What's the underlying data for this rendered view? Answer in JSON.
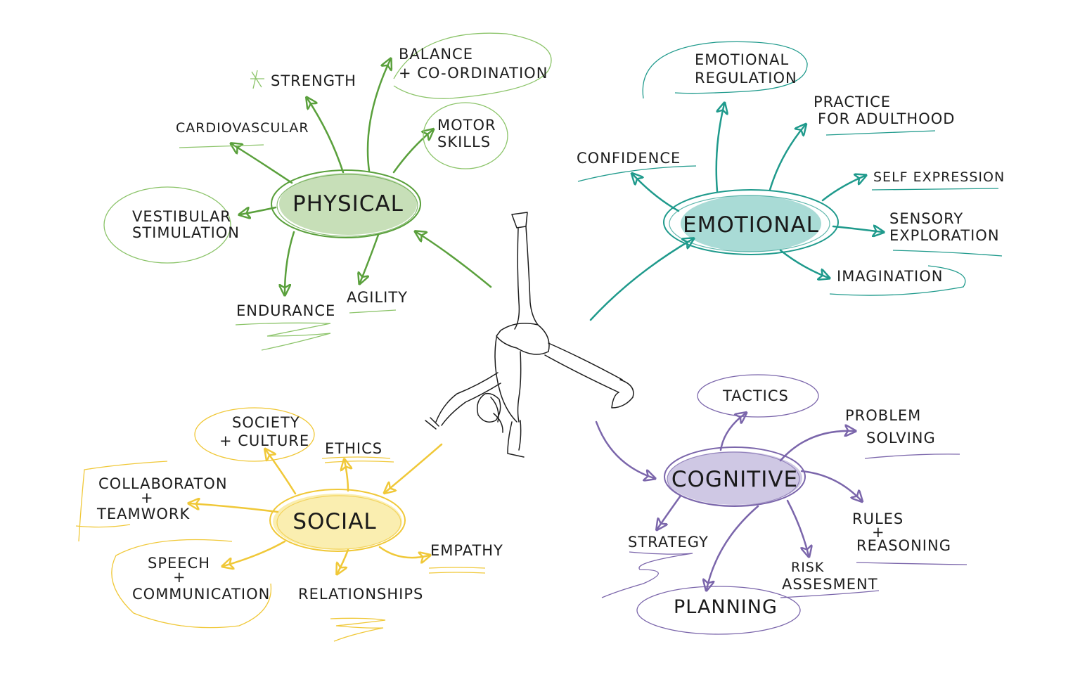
{
  "colors": {
    "physical": "#5aa03c",
    "physical_fill": "#c7dfb8",
    "emotional": "#1f9a8c",
    "emotional_fill": "#a9dbd6",
    "cognitive": "#7b66ab",
    "cognitive_fill": "#cfc8e4",
    "social": "#f0c838",
    "social_fill": "#faeeb0",
    "ink": "#1d1d1d"
  },
  "hubs": {
    "physical": "PHYSICAL",
    "emotional": "EMOTIONAL",
    "cognitive": "COGNITIVE",
    "social": "SOCIAL"
  },
  "physical": {
    "strength": "STRENGTH",
    "balance": [
      "BALANCE",
      "+ CO-ORDINATION"
    ],
    "cardiovascular": "CARDIOVASCULAR",
    "motor": [
      "MOTOR",
      "SKILLS"
    ],
    "vestibular": [
      "VESTIBULAR",
      "STIMULATION"
    ],
    "endurance": "ENDURANCE",
    "agility": "AGILITY"
  },
  "emotional": {
    "regulation": [
      "EMOTIONAL",
      "REGULATION"
    ],
    "practice": [
      "PRACTICE",
      "FOR ADULTHOOD"
    ],
    "confidence": "CONFIDENCE",
    "self_expression": "SELF EXPRESSION",
    "sensory": [
      "SENSORY",
      "EXPLORATION"
    ],
    "imagination": "IMAGINATION"
  },
  "cognitive": {
    "tactics": "TACTICS",
    "problem": [
      "PROBLEM",
      "SOLVING"
    ],
    "rules": [
      "RULES",
      "+",
      "REASONING"
    ],
    "strategy": "STRATEGY",
    "risk": [
      "RISK",
      "ASSESMENT"
    ],
    "planning": "PLANNING"
  },
  "social": {
    "society": [
      "SOCIETY",
      "+ CULTURE"
    ],
    "ethics": "ETHICS",
    "collaboration": [
      "COLLABORATON",
      "+",
      "TEAMWORK"
    ],
    "speech": [
      "SPEECH",
      "+",
      "COMMUNICATION"
    ],
    "relationships": "RELATIONSHIPS",
    "empathy": "EMPATHY"
  }
}
